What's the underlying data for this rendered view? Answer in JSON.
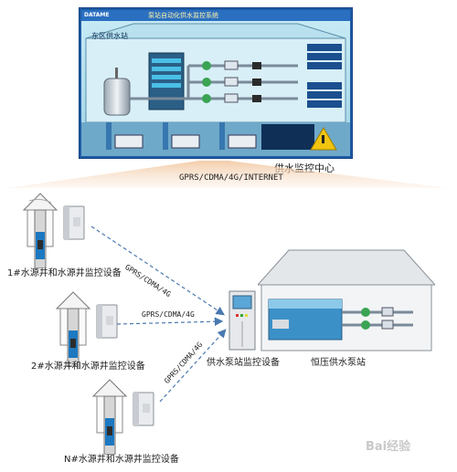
{
  "scada": {
    "brand": "DATAME",
    "title": "泵站自动化供水监控系统",
    "station_name": "东区供水站"
  },
  "center_label": "供水监控中心",
  "network": {
    "main_link": "GPRS/CDMA/4G/INTERNET",
    "link_1": "GPRS/CDMA/4G",
    "link_2": "GPRS/CDMA/4G",
    "link_3": "GPRS/CDMA/4G"
  },
  "wells": [
    {
      "label": "1#水源井和水源井监控设备"
    },
    {
      "label": "2#水源井和水源井监控设备"
    },
    {
      "label": "N#水源井和水源井监控设备"
    }
  ],
  "pump_station": {
    "device_label": "供水泵站监控设备",
    "station_label": "恒压供水泵站"
  },
  "watermark": "Bai经验"
}
